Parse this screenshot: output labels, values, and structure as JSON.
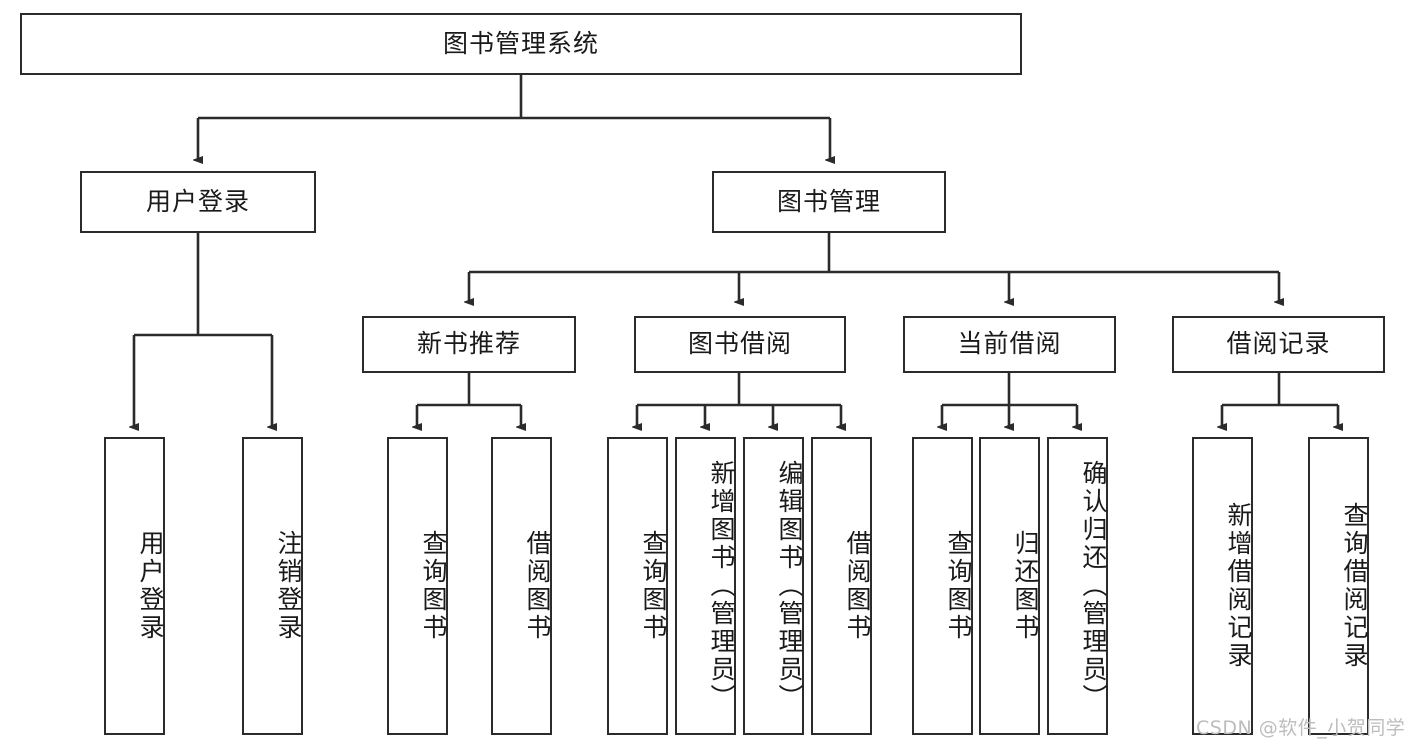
{
  "diagram": {
    "title": "图书管理系统",
    "type": "function-structure-tree",
    "orientation": "top-down",
    "colors": {
      "box_border": "#2b2b2b",
      "box_fill": "#ffffff",
      "edge": "#2b2b2b",
      "text": "#1a1a1a",
      "watermark": "#bdbdbd",
      "background": "#ffffff"
    },
    "nodes": {
      "root": {
        "label": "图书管理系统"
      },
      "level2": [
        {
          "id": "user-login",
          "label": "用户登录"
        },
        {
          "id": "book-manage",
          "label": "图书管理"
        }
      ],
      "level3": [
        {
          "id": "new-book-recommend",
          "label": "新书推荐"
        },
        {
          "id": "book-borrow",
          "label": "图书借阅"
        },
        {
          "id": "current-borrow",
          "label": "当前借阅"
        },
        {
          "id": "borrow-record",
          "label": "借阅记录"
        }
      ],
      "leaves": {
        "user_login": [
          {
            "id": "leaf-user-login",
            "label": "用户登录"
          },
          {
            "id": "leaf-logout-login",
            "label": "注销登录"
          }
        ],
        "new_book_recommend": [
          {
            "id": "leaf-query-book-1",
            "label": "查询图书"
          },
          {
            "id": "leaf-borrow-book-1",
            "label": "借阅图书"
          }
        ],
        "book_borrow": [
          {
            "id": "leaf-query-book-2",
            "label": "查询图书"
          },
          {
            "id": "leaf-add-book",
            "label": "新增图书（管理员）"
          },
          {
            "id": "leaf-edit-book",
            "label": "编辑图书（管理员）"
          },
          {
            "id": "leaf-borrow-book-2",
            "label": "借阅图书"
          }
        ],
        "current_borrow": [
          {
            "id": "leaf-query-book-3",
            "label": "查询图书"
          },
          {
            "id": "leaf-return-book",
            "label": "归还图书"
          },
          {
            "id": "leaf-confirm-return",
            "label": "确认归还（管理员）"
          }
        ],
        "borrow_record": [
          {
            "id": "leaf-add-record",
            "label": "新增借阅记录"
          },
          {
            "id": "leaf-query-record",
            "label": "查询借阅记录"
          }
        ]
      }
    }
  },
  "watermark": {
    "text": "CSDN @软件_小贺同学"
  }
}
